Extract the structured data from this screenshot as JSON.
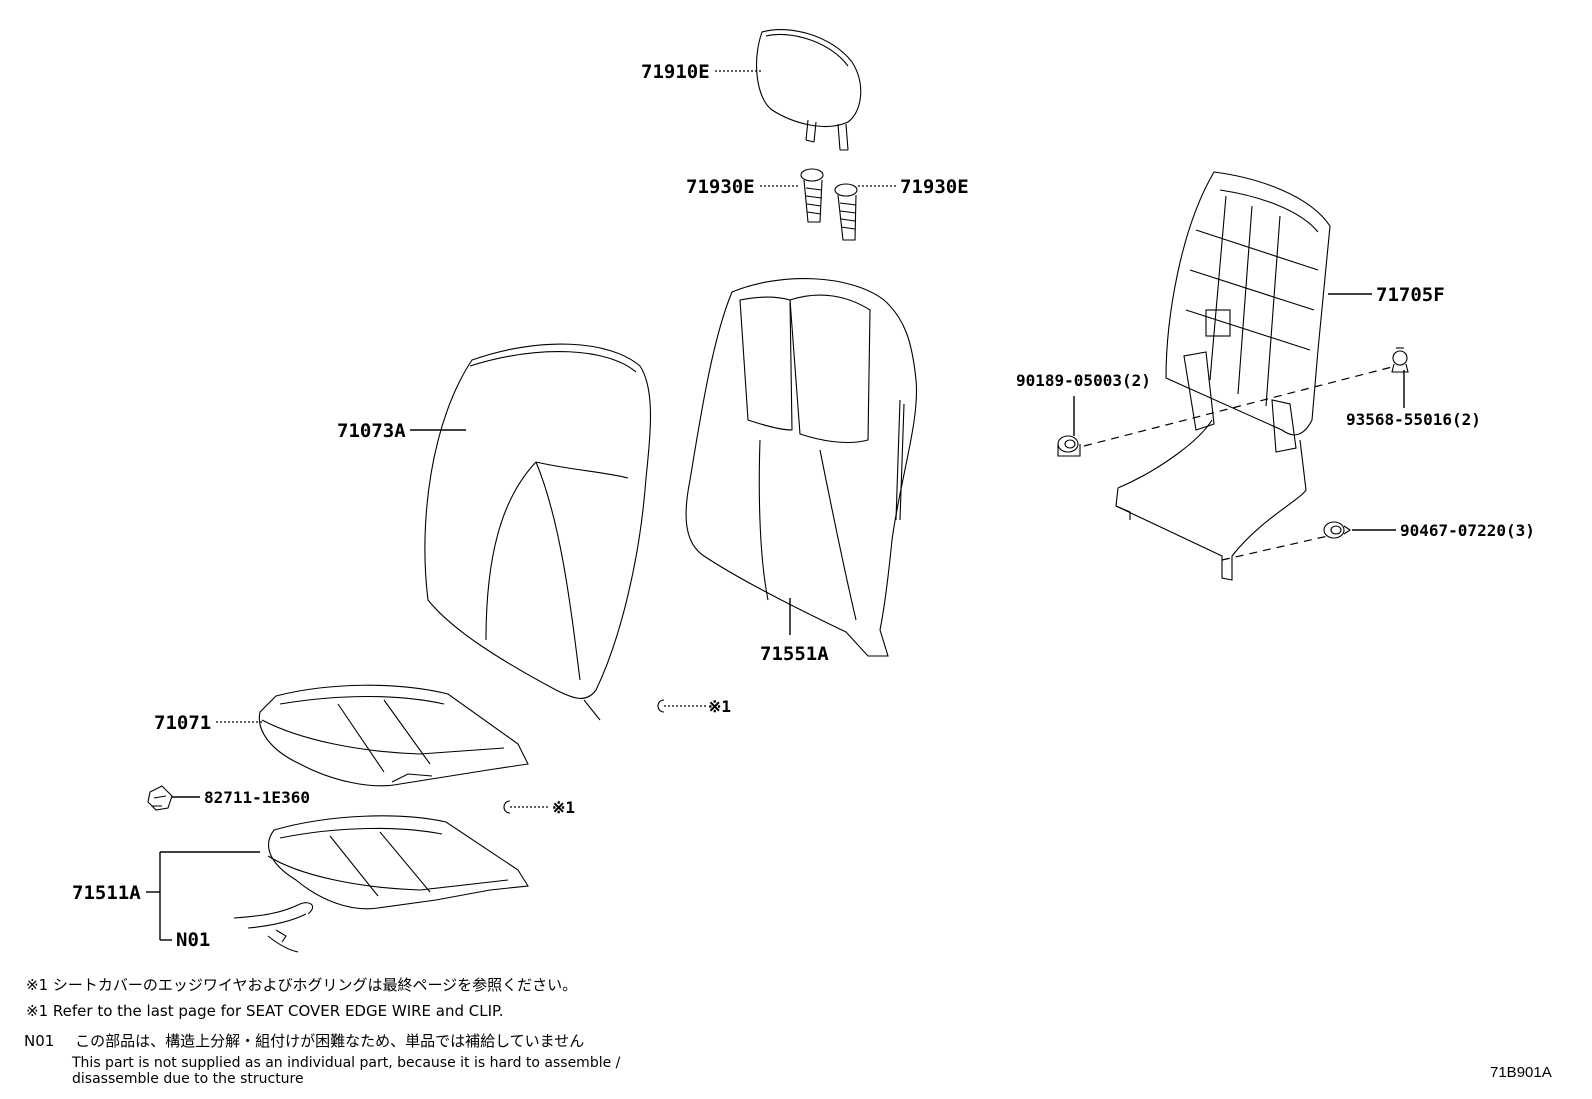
{
  "labels": {
    "p71910E": "71910E",
    "p71930E_left": "71930E",
    "p71930E_right": "71930E",
    "p71073A": "71073A",
    "p71551A": "71551A",
    "p71705F": "71705F",
    "p90189": "90189-05003(2)",
    "p93568": "93568-55016(2)",
    "p90467": "90467-07220(3)",
    "p71071": "71071",
    "p82711": "82711-1E360",
    "p71511A": "71511A",
    "pN01": "N01",
    "ref1_a": "※1",
    "ref1_b": "※1"
  },
  "notes": {
    "note1_mark": "※1",
    "note1_jp": "シートカバーのエッジワイヤおよびホグリングは最終ページを参照ください。",
    "note2_mark": "※1",
    "note2_en": "Refer to the last page for SEAT COVER EDGE WIRE and CLIP.",
    "note3_mark": "N01",
    "note3_jp": "この部品は、構造上分解・組付けが困難なため、単品では補給していません",
    "note3_en_line1": "This part is not supplied as an individual part, because it is hard to assemble /",
    "note3_en_line2": "disassemble due to the structure"
  },
  "diagram_code": "71B901A"
}
